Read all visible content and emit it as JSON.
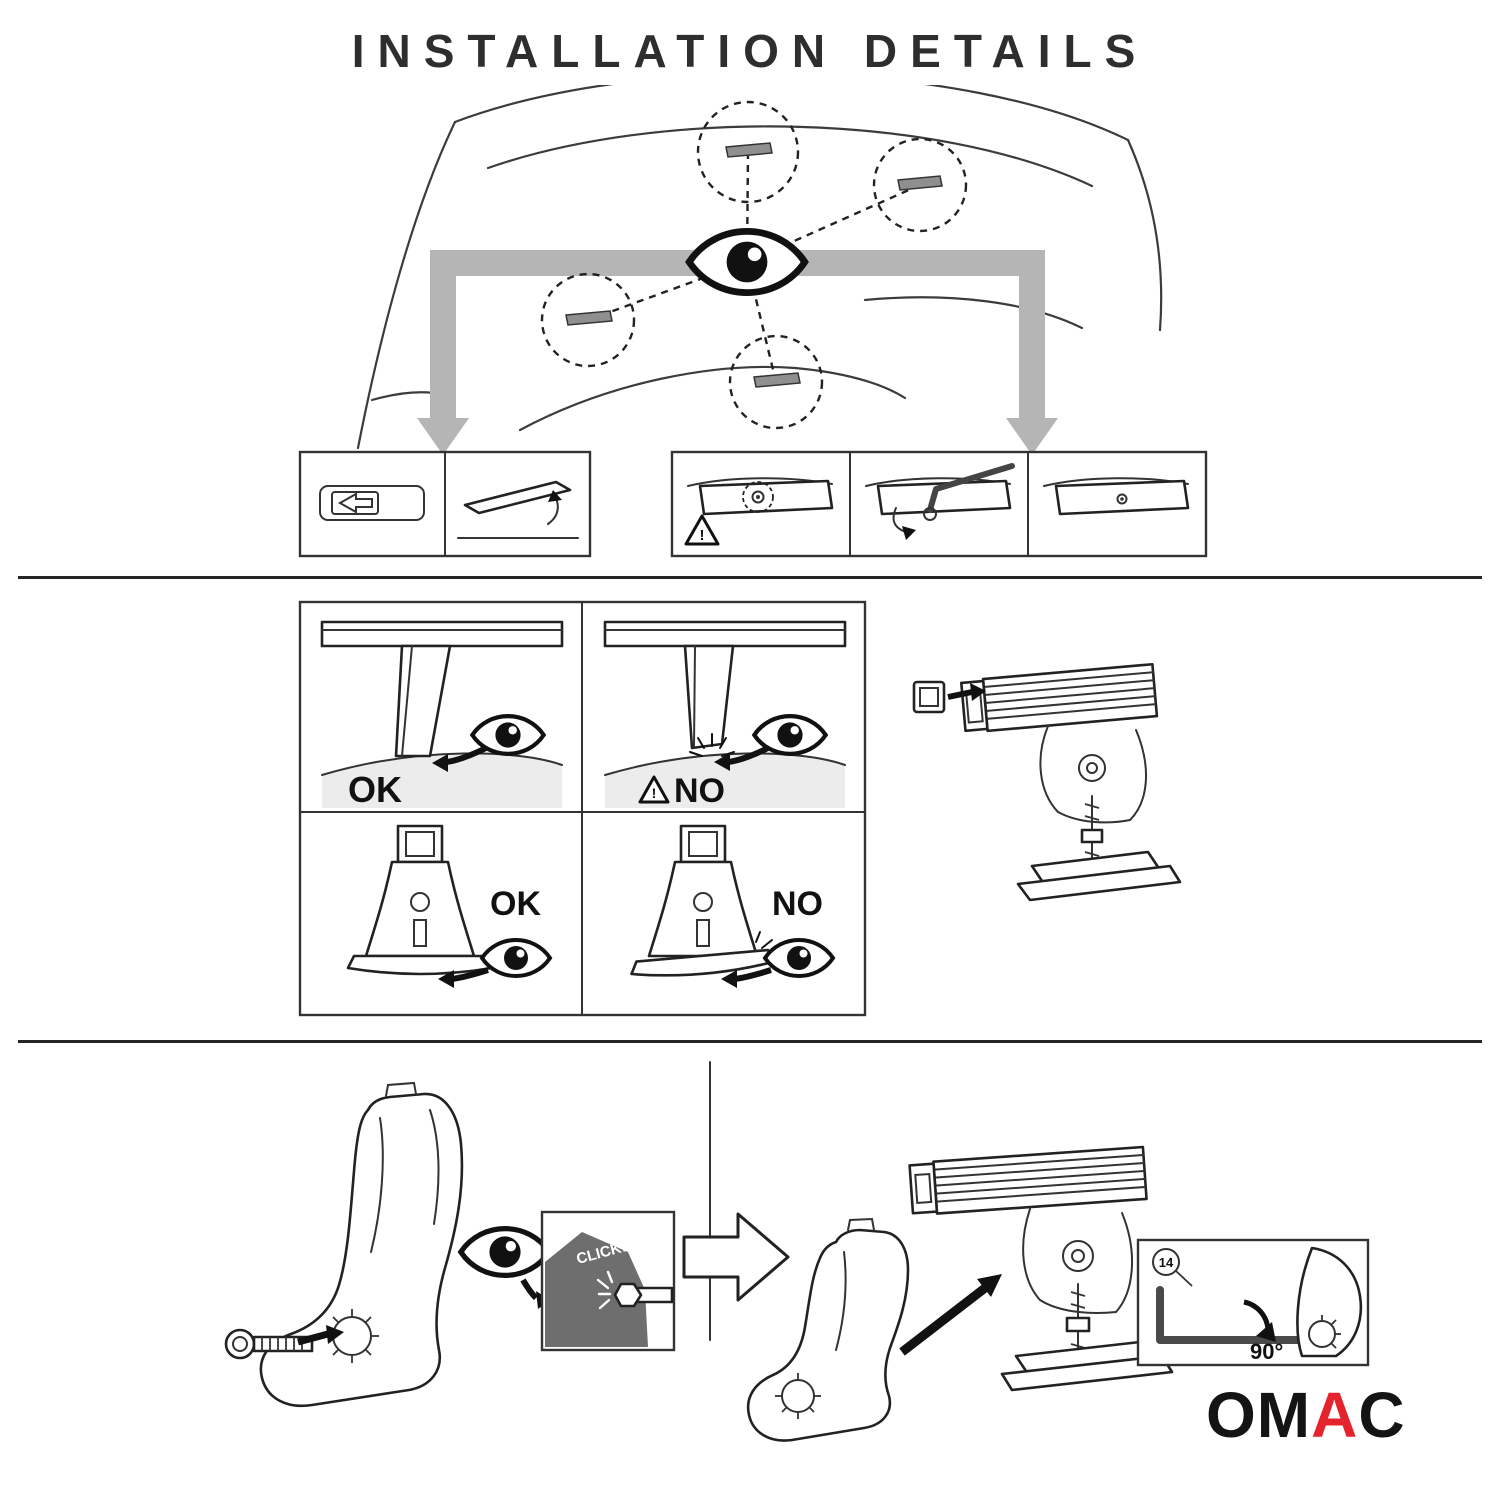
{
  "title": "INSTALLATION DETAILS",
  "labels": {
    "profile_ok": "OK",
    "profile_no": "NO",
    "foot_ok": "OK",
    "foot_no": "NO",
    "warning_mark": "!",
    "click": "CLICK!",
    "tool_size": "14",
    "angle": "90°"
  },
  "brand": {
    "om": "OM",
    "a": "A",
    "c": "C"
  },
  "icons": {
    "eye": "visual-inspection-eye",
    "warning": "warning-triangle",
    "down_arrow": "gray-down-arrow",
    "next_arrow": "hollow-next-arrow",
    "click_burst": "impact-spark"
  },
  "colors": {
    "accent_red": "#e5232d",
    "line_dark": "#222222",
    "arrow_gray": "#b5b5b5",
    "panel_dark": "#6e6e6e",
    "shade_gray": "#ececec"
  }
}
